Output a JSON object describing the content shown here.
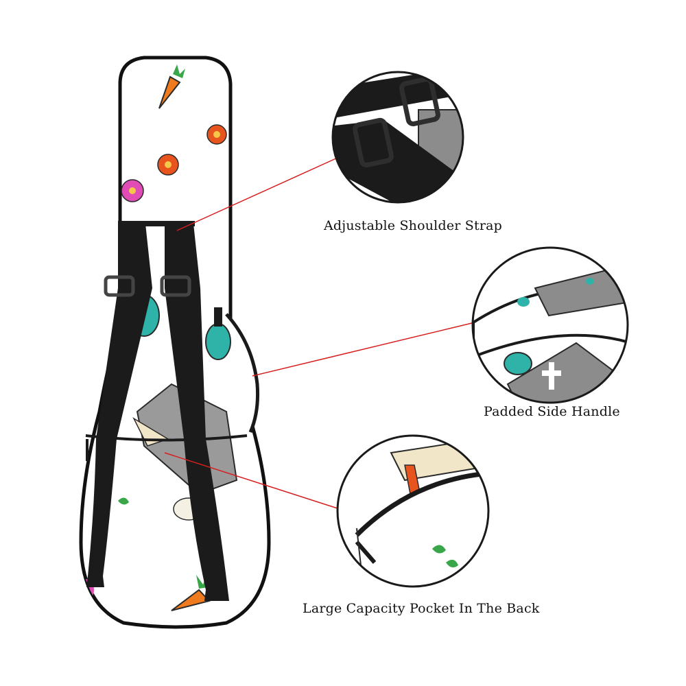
{
  "colors": {
    "leader_line": "#d81e1e",
    "strap": "#1b1b1b",
    "bag_outline": "#111111",
    "bag_fill": "#ffffff",
    "teal": "#2fb3a8",
    "carrot": "#f07a1e",
    "flower_orange": "#e8541e",
    "flower_pink": "#e04bb5",
    "gray": "#8c8c8c"
  },
  "callouts": [
    {
      "label": "Adjustable Shoulder Strap"
    },
    {
      "label": "Padded Side Handle"
    },
    {
      "label": "Large Capacity Pocket In The Back"
    }
  ]
}
